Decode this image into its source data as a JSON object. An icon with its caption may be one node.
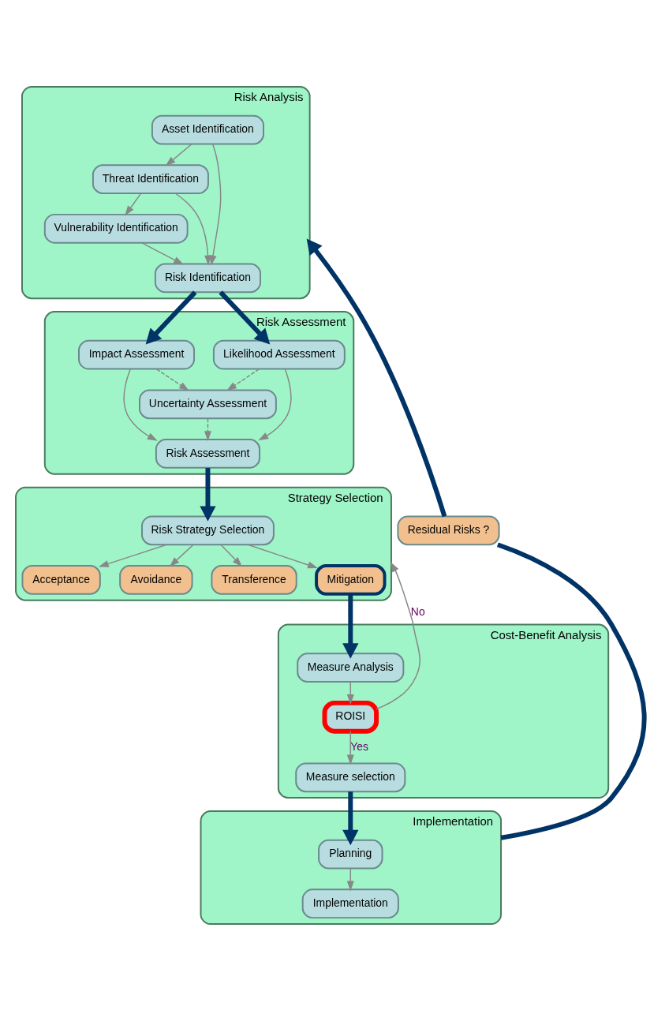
{
  "diagram": {
    "nodes": [
      {
        "text": [
          "Risk Analysis"
        ]
      },
      {
        "text": [
          "Asset Identification"
        ],
        "in": 0
      },
      {
        "text": [
          "Threat Identification"
        ],
        "in": 0
      },
      {
        "text": [
          "Vulnerability Identification"
        ],
        "in": 0
      },
      {
        "text": [
          "Risk Identification"
        ],
        "in": 0
      },
      {
        "text": [
          "Risk Assessment"
        ]
      },
      {
        "text": [
          "Impact Assessment"
        ],
        "in": 5
      },
      {
        "text": [
          "Likelihood Assessment"
        ],
        "in": 5
      },
      {
        "text": [
          "Uncertainty Assessment"
        ],
        "in": 5
      },
      {
        "text": [
          "Risk Assessment"
        ],
        "in": 5
      },
      {
        "text": [
          "Strategy Selection"
        ]
      },
      {
        "text": [
          "Risk Strategy Selection"
        ],
        "in": 10
      },
      {
        "text": [
          "Acceptance"
        ],
        "in": 10
      },
      {
        "text": [
          "Avoidance"
        ],
        "in": 10
      },
      {
        "text": [
          "Transference"
        ],
        "in": 10
      },
      {
        "text": [
          "Mitigation"
        ],
        "in": 10
      },
      {
        "text": [
          "Cost-Benefit Analysis"
        ]
      },
      {
        "text": [
          "Measure Analysis"
        ],
        "in": 16
      },
      {
        "text": [
          "ROISI"
        ],
        "in": 16
      },
      {
        "text": [
          "Measure selection"
        ],
        "in": 16
      },
      {
        "text": [
          "Implementation"
        ]
      },
      {
        "text": [
          "Planning"
        ],
        "in": 20
      },
      {
        "text": [
          "Implementation"
        ],
        "in": 20
      },
      {
        "text": [
          "Residual Risks ?"
        ]
      }
    ],
    "edges": [
      {
        "from": 1,
        "to": 2,
        "arrow": "to"
      },
      {
        "from": 1,
        "to": 4,
        "arrow": "to"
      },
      {
        "from": 2,
        "to": 3,
        "arrow": "to"
      },
      {
        "from": 2,
        "to": 4,
        "arrow": "to"
      },
      {
        "from": 3,
        "to": 4,
        "arrow": "to"
      },
      {
        "from": 4,
        "to": 6,
        "arrow": "to",
        "style": "thick",
        "color": "#003366"
      },
      {
        "from": 4,
        "to": 7,
        "arrow": "to",
        "style": "thick",
        "color": "#003366"
      },
      {
        "from": 6,
        "to": 8,
        "arrow": "to",
        "style": "dashed"
      },
      {
        "from": 6,
        "to": 9,
        "arrow": "to"
      },
      {
        "from": 7,
        "to": 8,
        "arrow": "to",
        "style": "dashed"
      },
      {
        "from": 7,
        "to": 9,
        "arrow": "to"
      },
      {
        "from": 8,
        "to": 9,
        "arrow": "to",
        "style": "dashed"
      },
      {
        "from": 9,
        "to": 11,
        "arrow": "to",
        "style": "thick",
        "color": "#003366"
      },
      {
        "from": 11,
        "to": 12,
        "arrow": "to"
      },
      {
        "from": 11,
        "to": 13,
        "arrow": "to"
      },
      {
        "from": 11,
        "to": 14,
        "arrow": "to"
      },
      {
        "from": 11,
        "to": 15,
        "arrow": "to"
      },
      {
        "from": 15,
        "to": 17,
        "arrow": "to",
        "style": "thick",
        "color": "#003366"
      },
      {
        "from": 17,
        "to": 18,
        "arrow": "to"
      },
      {
        "from": 18,
        "to": 10,
        "arrow": "to",
        "label": "No"
      },
      {
        "from": 18,
        "to": 19,
        "arrow": "to",
        "label": "Yes"
      },
      {
        "from": 19,
        "to": 21,
        "arrow": "to",
        "style": "thick",
        "color": "#003366"
      },
      {
        "from": 21,
        "to": 22,
        "arrow": "to"
      },
      {
        "from": 20,
        "to": 23,
        "arrow": "none",
        "style": "thick",
        "color": "#003366"
      },
      {
        "from": 23,
        "to": 0,
        "arrow": "to",
        "style": "thick",
        "color": "#003366"
      }
    ]
  }
}
